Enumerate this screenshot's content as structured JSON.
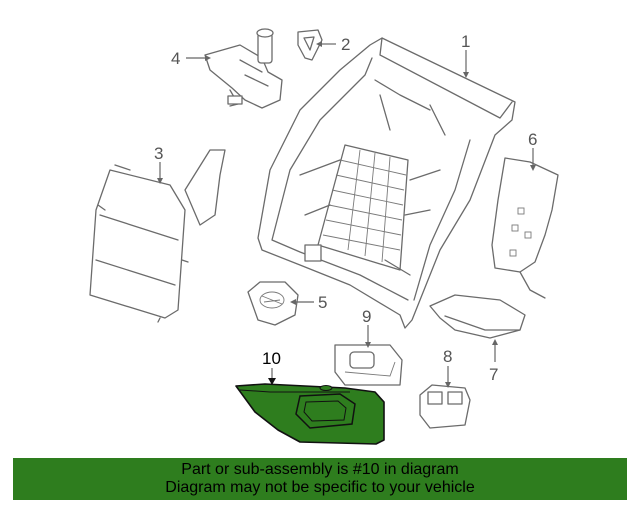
{
  "diagram": {
    "highlight_color": "#2e7d1e",
    "callouts": [
      {
        "id": "1",
        "label": "1"
      },
      {
        "id": "2",
        "label": "2"
      },
      {
        "id": "3",
        "label": "3"
      },
      {
        "id": "4",
        "label": "4"
      },
      {
        "id": "5",
        "label": "5"
      },
      {
        "id": "6",
        "label": "6"
      },
      {
        "id": "7",
        "label": "7"
      },
      {
        "id": "8",
        "label": "8"
      },
      {
        "id": "9",
        "label": "9"
      },
      {
        "id": "10",
        "label": "10"
      }
    ],
    "highlighted_part": "10"
  },
  "banner": {
    "line1": "Part or sub-assembly is #10 in diagram",
    "line2": "Diagram may not be specific to your vehicle",
    "color": "#2e7d1e"
  }
}
